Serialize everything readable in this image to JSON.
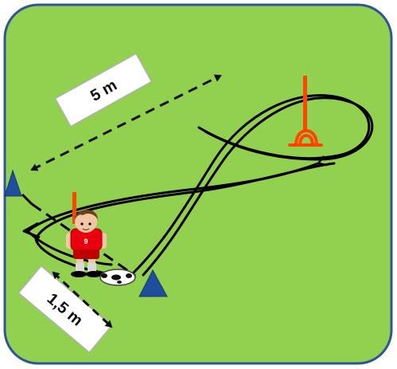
{
  "colors": {
    "field": "#92d050",
    "field_border": "#2f5597",
    "track": "#000000",
    "cone": "#1f4e9c",
    "pole": "#ff4500",
    "label_box": "#ffffff"
  },
  "labels": {
    "long_distance": "5 m",
    "short_distance": "1,5 m"
  },
  "player": {
    "shirt_number": "9"
  },
  "icons": [
    "soccer-field",
    "cone-icon",
    "pole-icon",
    "hurdle-arch-icon",
    "player-icon",
    "soccer-ball-icon",
    "dimension-arrow-icon"
  ]
}
